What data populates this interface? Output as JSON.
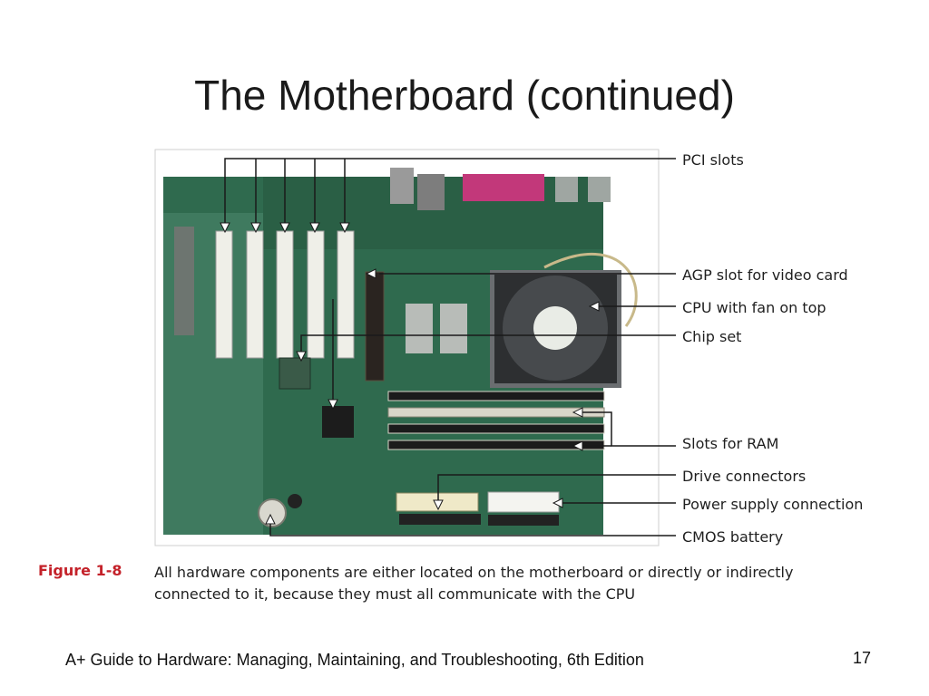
{
  "slide": {
    "title": "The Motherboard (continued)",
    "footer": "A+ Guide to Hardware: Managing, Maintaining, and Troubleshooting, 6th Edition",
    "page_number": "17"
  },
  "diagram": {
    "callouts": [
      {
        "id": "pci",
        "label": "PCI slots"
      },
      {
        "id": "agp",
        "label": "AGP slot for video card"
      },
      {
        "id": "cpu",
        "label": "CPU with fan on top"
      },
      {
        "id": "chipset",
        "label": "Chip set"
      },
      {
        "id": "ram",
        "label": "Slots for RAM"
      },
      {
        "id": "drive",
        "label": "Drive connectors"
      },
      {
        "id": "power",
        "label": "Power supply connection"
      },
      {
        "id": "cmos",
        "label": "CMOS battery"
      }
    ]
  },
  "caption": {
    "label": "Figure 1-8",
    "text": "All hardware components are either located on the motherboard or directly or indirectly connected to it, because they must all communicate with the CPU"
  }
}
